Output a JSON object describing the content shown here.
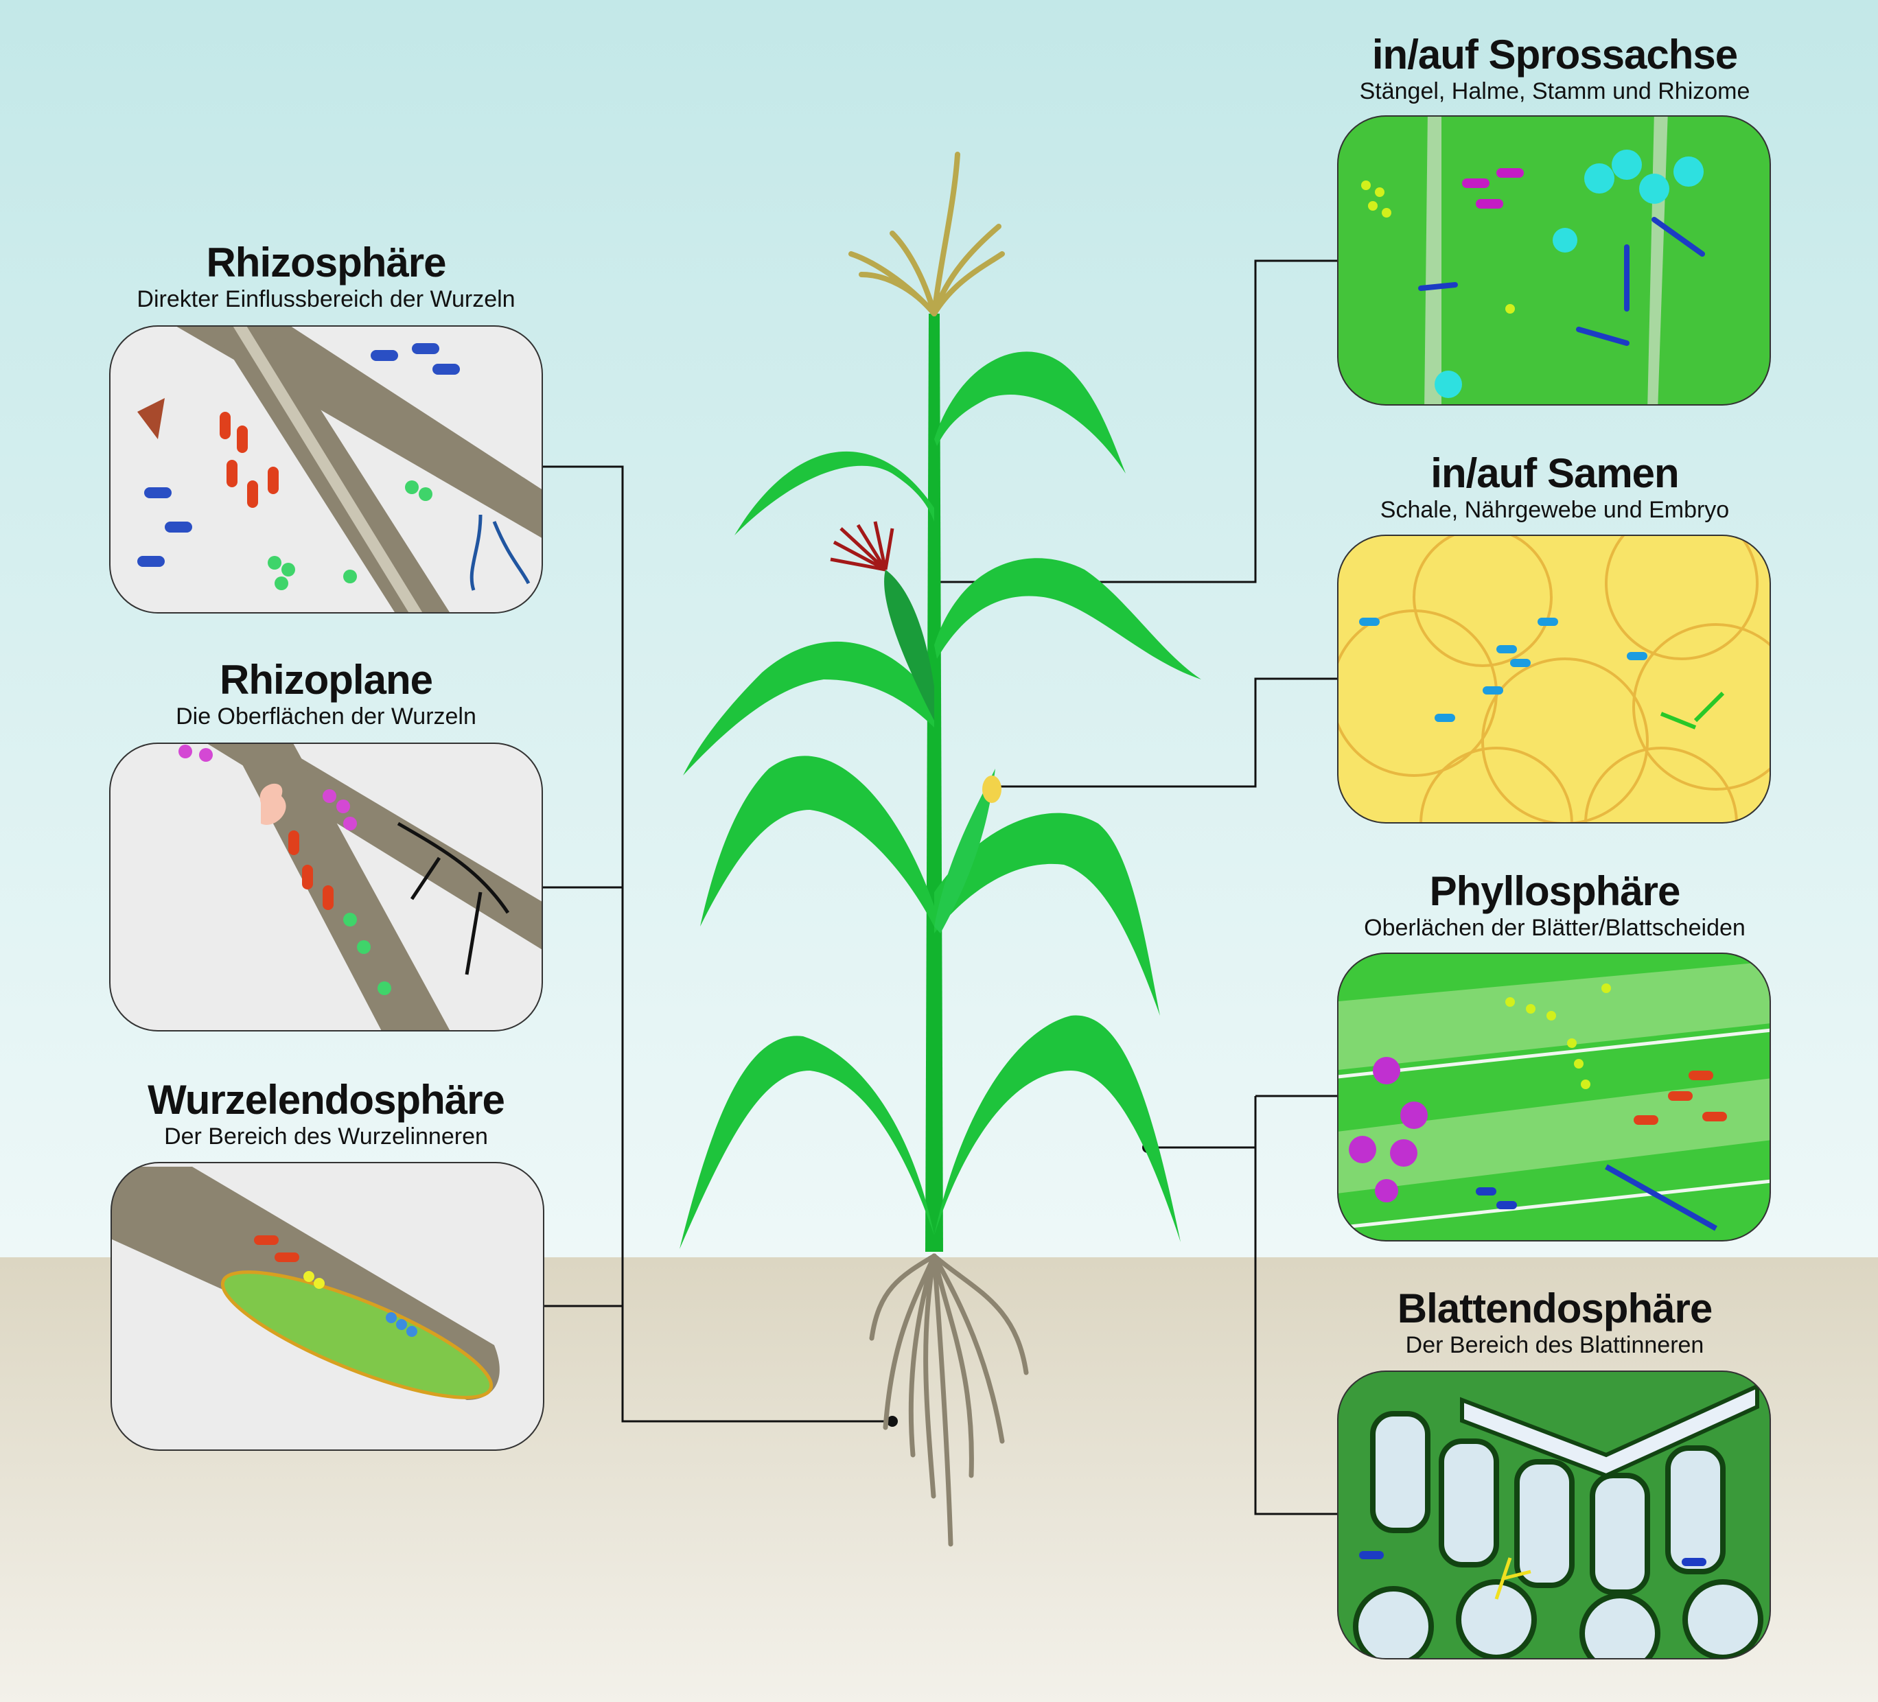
{
  "sections": {
    "rhizosphaere": {
      "title": "Rhizosphäre",
      "subtitle": "Direkter Einflussbereich der Wurzeln"
    },
    "rhizoplane": {
      "title": "Rhizoplane",
      "subtitle": "Die Oberflächen der Wurzeln"
    },
    "wurzelendosphaere": {
      "title": "Wurzelendosphäre",
      "subtitle": "Der Bereich des Wurzelinneren"
    },
    "sprossachse": {
      "title": "in/auf Sprossachse",
      "subtitle": "Stängel, Halme, Stamm und Rhizome"
    },
    "samen": {
      "title": "in/auf Samen",
      "subtitle": "Schale, Nährgewebe und Embryo"
    },
    "phyllosphaere": {
      "title": "Phyllosphäre",
      "subtitle": "Oberlächen der Blätter/Blattscheiden"
    },
    "blattendosphaere": {
      "title": "Blattendosphäre",
      "subtitle": "Der Bereich des Blattinneren"
    }
  },
  "colors": {
    "sky_top": "#c3e8e8",
    "sky_bottom": "#eef8f8",
    "soil": "#ddd8c4",
    "leaf": "#1ec43c",
    "root": "#8c8470"
  }
}
